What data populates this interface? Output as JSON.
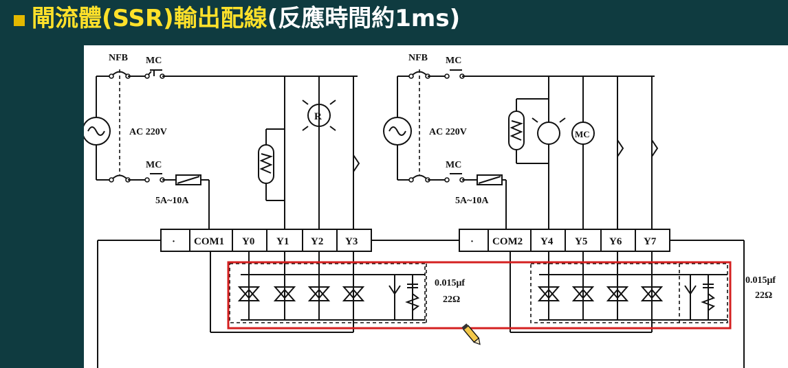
{
  "header": {
    "title_main": "閘流體(SSR)輸出配線",
    "title_sub": "(反應時間約1ms)",
    "bullet_color": "#e4b800",
    "title_color": "#ffe12a"
  },
  "diagram": {
    "left_circuit": {
      "nfb": "NFB",
      "mc_top": "MC",
      "supply": "AC 220V",
      "mc_bottom": "MC",
      "fuse_rating": "5A~10A",
      "terminals": [
        "·",
        "COM1",
        "Y0",
        "Y1",
        "Y2",
        "Y3"
      ],
      "snubber_cap": "0.015μf",
      "snubber_res": "22Ω",
      "lamp_symbol": "R"
    },
    "right_circuit": {
      "nfb": "NFB",
      "mc_top": "MC",
      "supply": "AC 220V",
      "mc_bottom": "MC",
      "fuse_rating": "5A~10A",
      "terminals": [
        "·",
        "COM2",
        "Y4",
        "Y5",
        "Y6",
        "Y7"
      ],
      "snubber_cap": "0.015μf",
      "snubber_res": "22Ω",
      "motor_symbol": "MC"
    },
    "highlight_color": "#d42020"
  }
}
